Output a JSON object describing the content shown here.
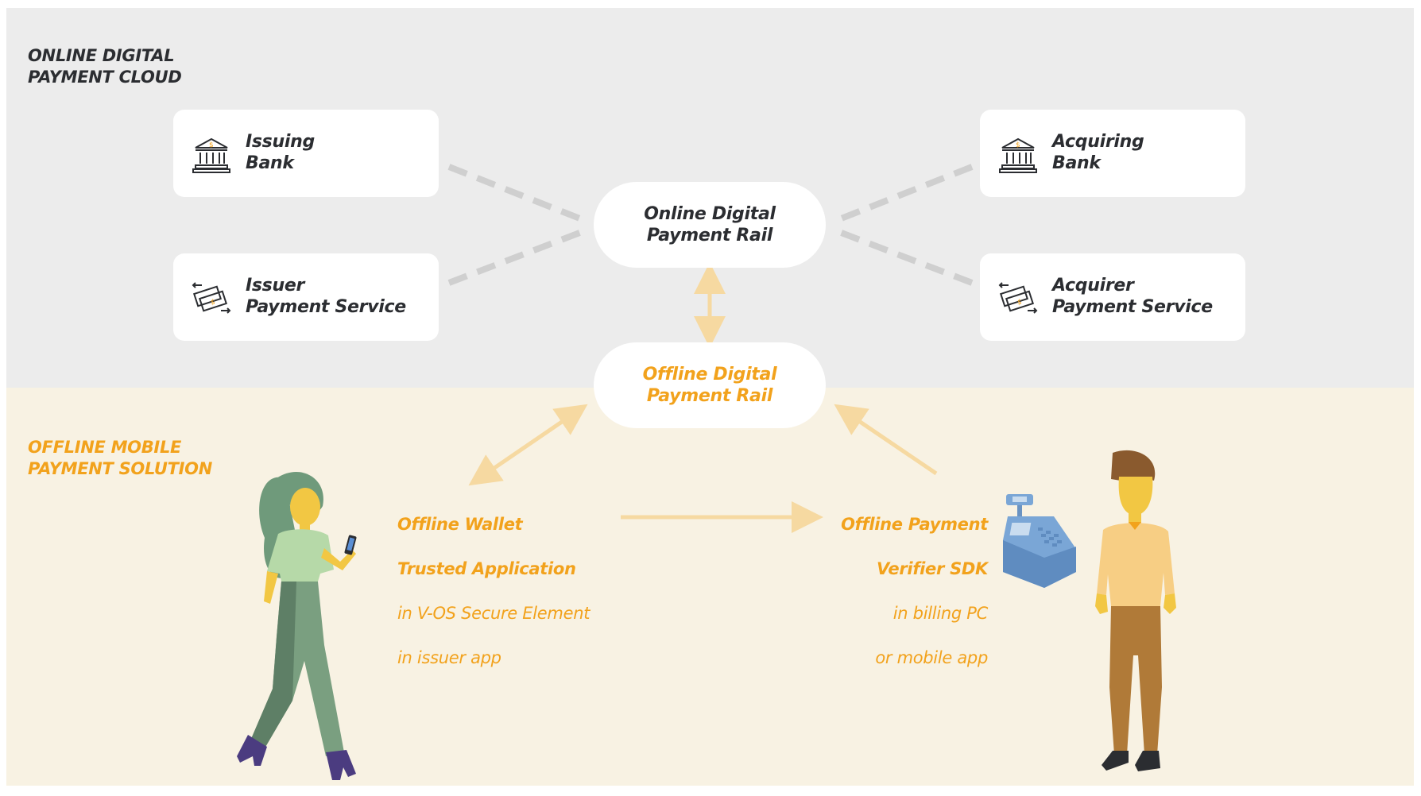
{
  "sections": {
    "online_title": "ONLINE DIGITAL\nPAYMENT CLOUD",
    "offline_title": "OFFLINE MOBILE\nPAYMENT SOLUTION"
  },
  "cards": {
    "issuing_bank": {
      "label": "Issuing\nBank",
      "icon": "bank-icon"
    },
    "issuer_payment_service": {
      "label": "Issuer\nPayment Service",
      "icon": "money-transfer-icon"
    },
    "acquiring_bank": {
      "label": "Acquiring\nBank",
      "icon": "bank-icon"
    },
    "acquirer_payment_service": {
      "label": "Acquirer\nPayment Service",
      "icon": "money-transfer-icon"
    }
  },
  "rails": {
    "online": "Online Digital\nPayment Rail",
    "offline": "Offline Digital\nPayment Rail"
  },
  "wallet": {
    "title_1": "Offline Wallet",
    "title_2": "Trusted Application",
    "sub_1": "in V-OS Secure Element",
    "sub_2": "in issuer app"
  },
  "verifier": {
    "title_1": "Offline Payment",
    "title_2": "Verifier SDK",
    "sub_1": "in billing PC",
    "sub_2": "or mobile app"
  },
  "colors": {
    "online_band": "#ececec",
    "offline_band": "#f8f2e3",
    "accent_orange": "#f2a21c",
    "dark_text": "#2b2d31",
    "dashed_line": "#cfcfcf",
    "arrow": "#f6d9a1"
  }
}
